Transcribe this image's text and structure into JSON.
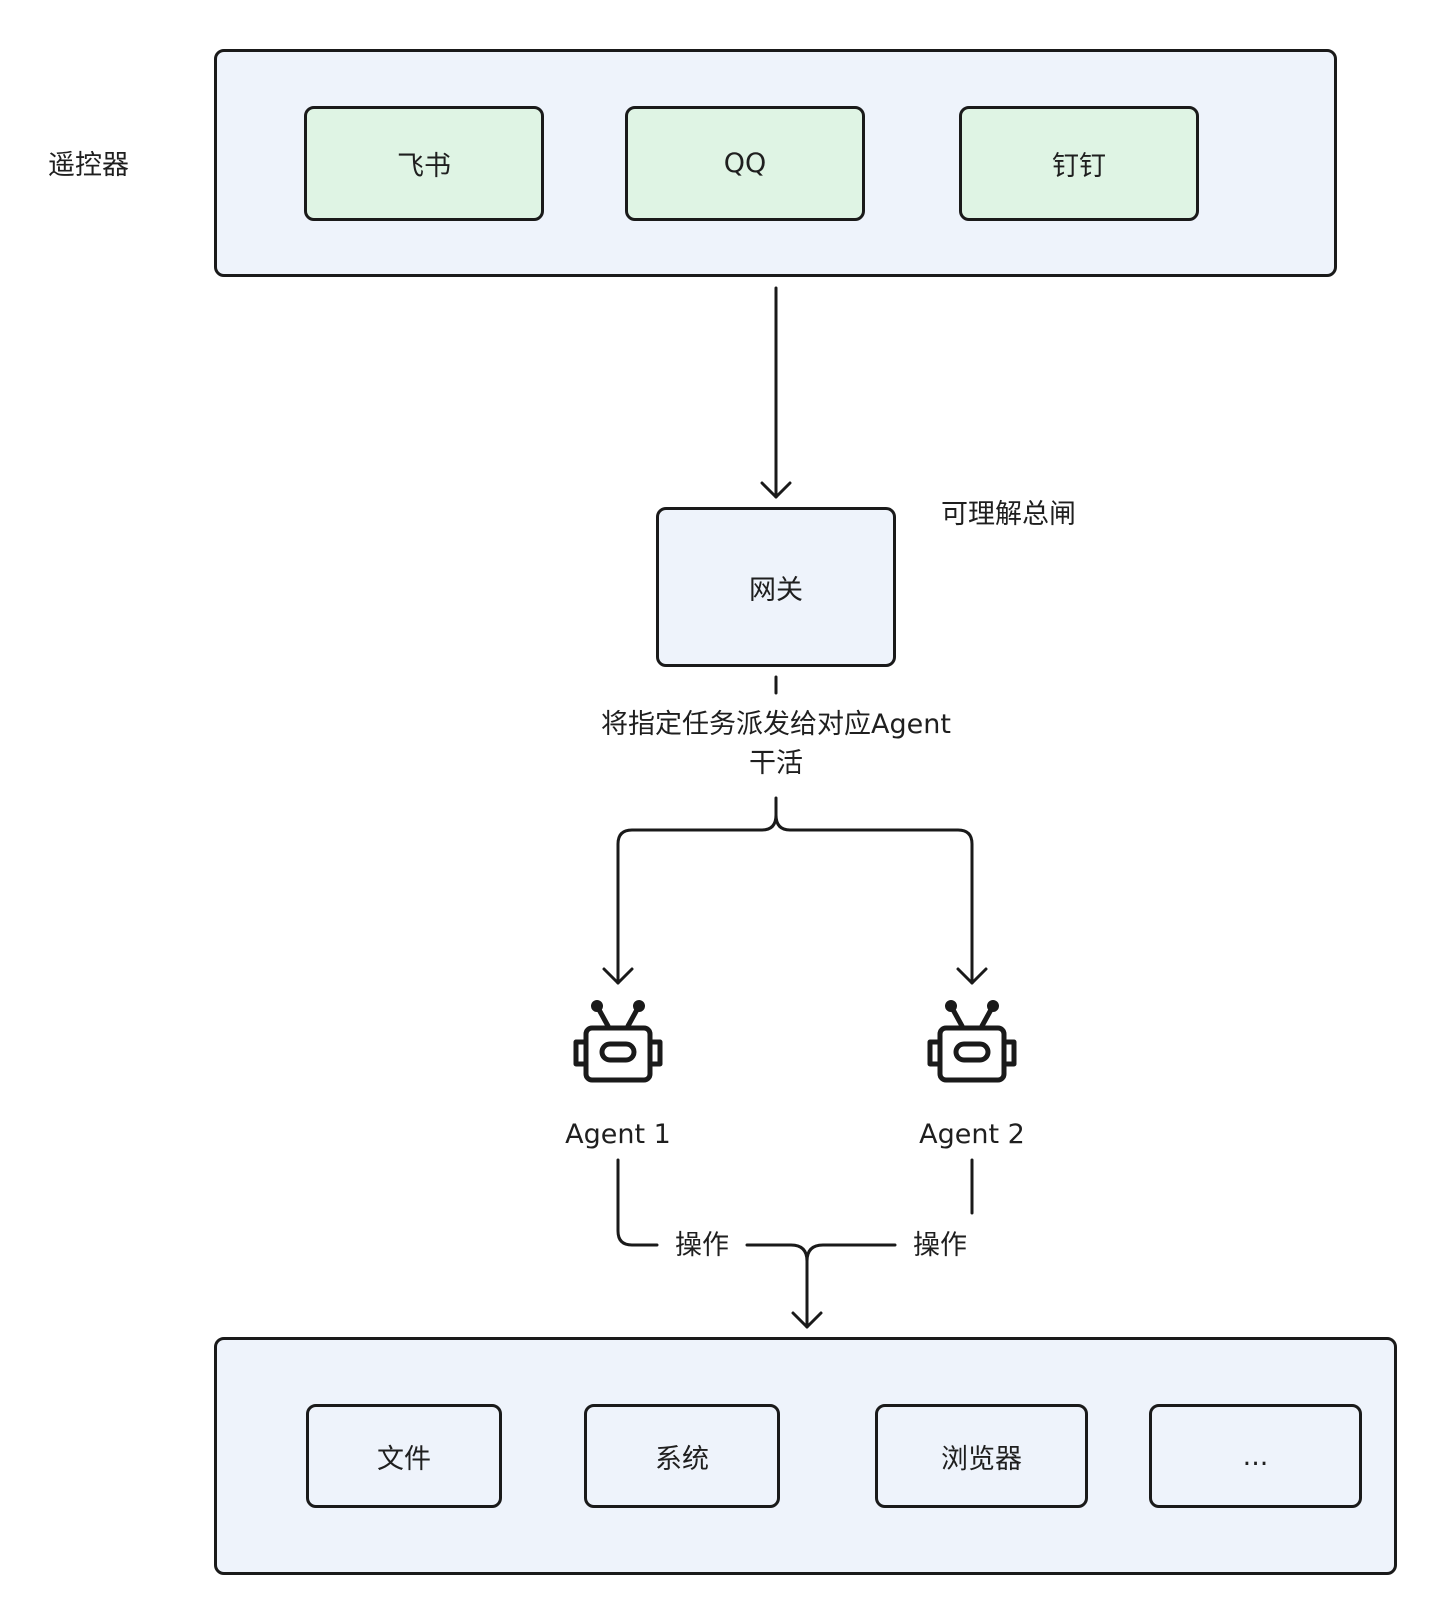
{
  "remote": {
    "label": "遥控器",
    "items": [
      "飞书",
      "QQ",
      "钉钉"
    ]
  },
  "gateway": {
    "label": "网关",
    "note": "可理解总闸"
  },
  "dispatch": {
    "line1": "将指定任务派发给对应Agent",
    "line2": "干活"
  },
  "agents": [
    "Agent 1",
    "Agent 2"
  ],
  "operate_labels": [
    "操作",
    "操作"
  ],
  "targets": [
    "文件",
    "系统",
    "浏览器",
    "..."
  ],
  "icons": {
    "agent": "robot-icon"
  },
  "colors": {
    "group_fill": "#eef3fb",
    "channel_fill": "#dff4e4",
    "stroke": "#1a1a1a"
  }
}
